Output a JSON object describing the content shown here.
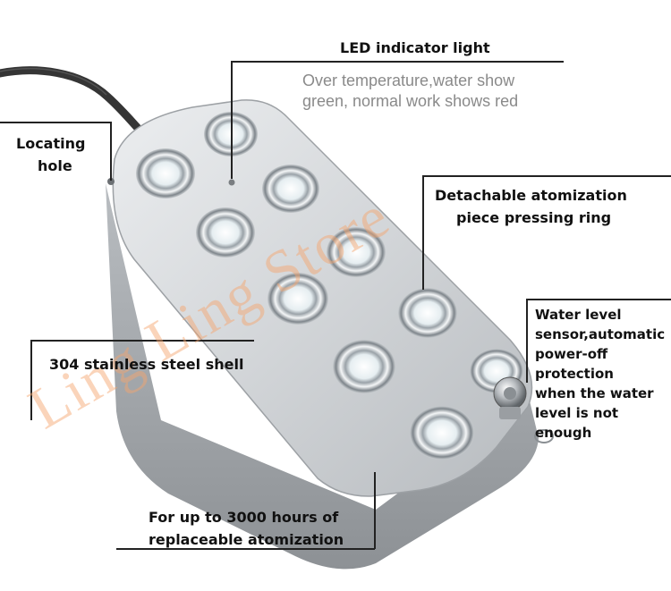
{
  "image": {
    "subject": "stainless steel ultrasonic atomizer with ten atomization discs and a power cable",
    "colors": {
      "background": "#ffffff",
      "shell": "#d4d6d8",
      "shell_shadow": "#9ea2a6",
      "disc_ring": "#c8ccd0",
      "disc_center": "#eef4f6",
      "cable": "#3a3a3a",
      "watermark": "#f0a56e",
      "annotation_text": "#111111",
      "subtitle_text": "#8a8a8a"
    }
  },
  "annotations": {
    "led_title": "LED indicator light",
    "led_line1": "Over temperature,water show",
    "led_line2": "green, normal work shows red",
    "locating_line1": "Locating",
    "locating_line2": "hole",
    "ring_line1": "Detachable atomization",
    "ring_line2": "piece pressing ring",
    "shell": "304 stainless steel shell",
    "water_line1": "Water level",
    "water_line2": "sensor,automatic",
    "water_line3": "power-off",
    "water_line4": "protection",
    "water_line5": "when the water",
    "water_line6": "level is not",
    "water_line7": "enough",
    "hours_line1": "For up to 3000 hours of",
    "hours_line2": "replaceable atomization"
  },
  "watermark": "Ling Ling Store"
}
